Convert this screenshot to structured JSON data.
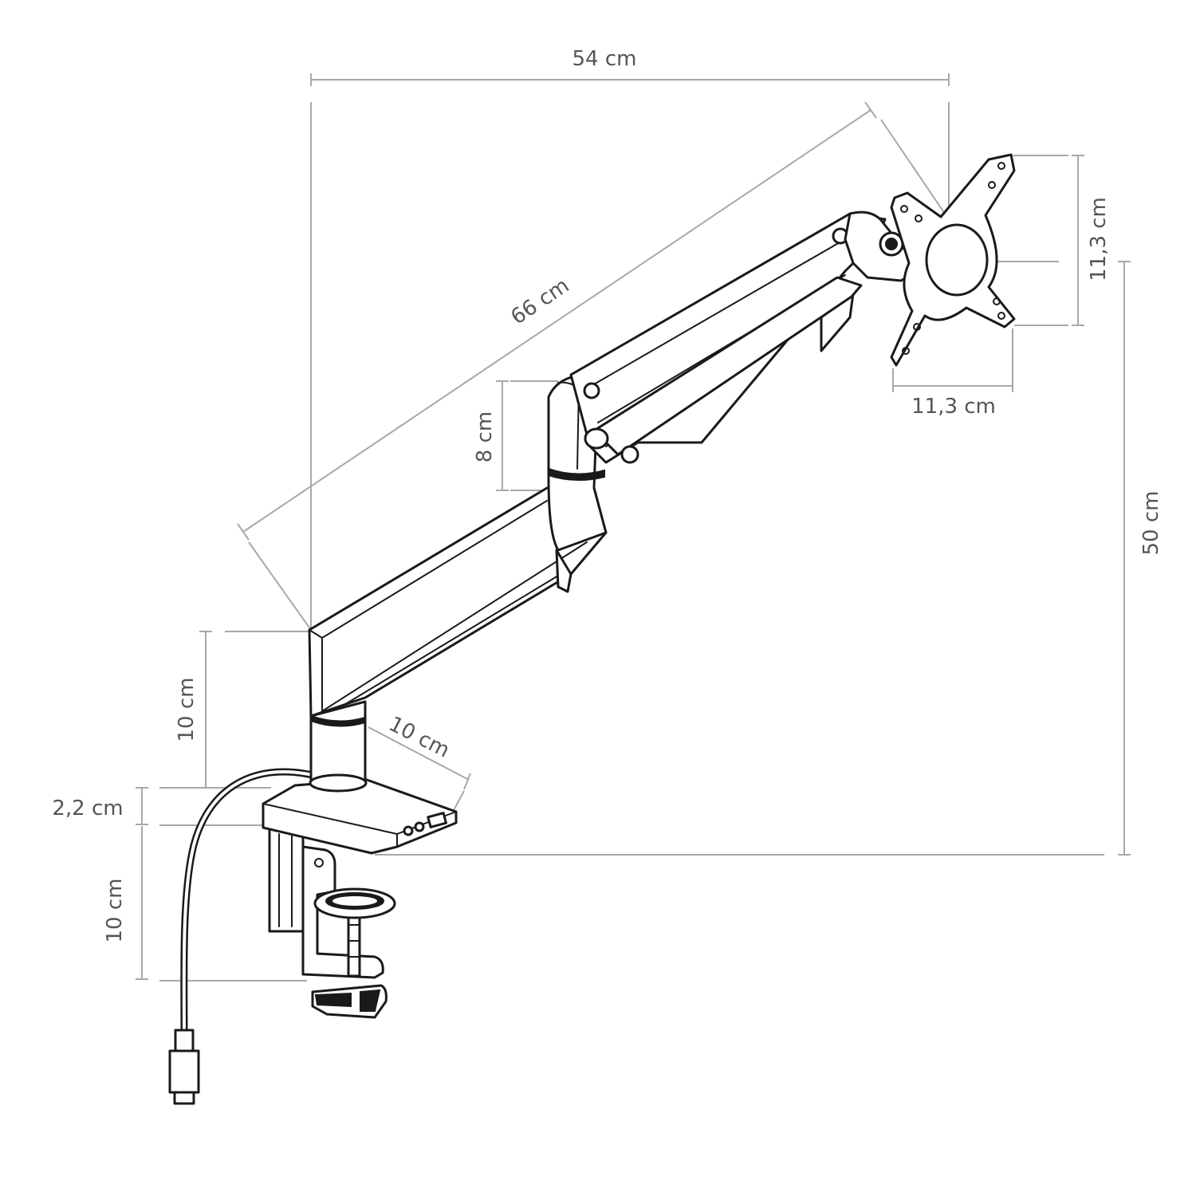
{
  "dimensions": {
    "overall_width": "54 cm",
    "arm_reach": "66 cm",
    "plate_height": "11,3 cm",
    "plate_width": "11,3 cm",
    "total_height": "50 cm",
    "joint_height": "8 cm",
    "pole_height": "10 cm",
    "base_depth": "10 cm",
    "base_thickness": "2,2 cm",
    "clamp_height": "10 cm"
  },
  "colors": {
    "dimension_line": "#a8a8a8",
    "outline": "#1a1a1a",
    "label": "#555555"
  }
}
